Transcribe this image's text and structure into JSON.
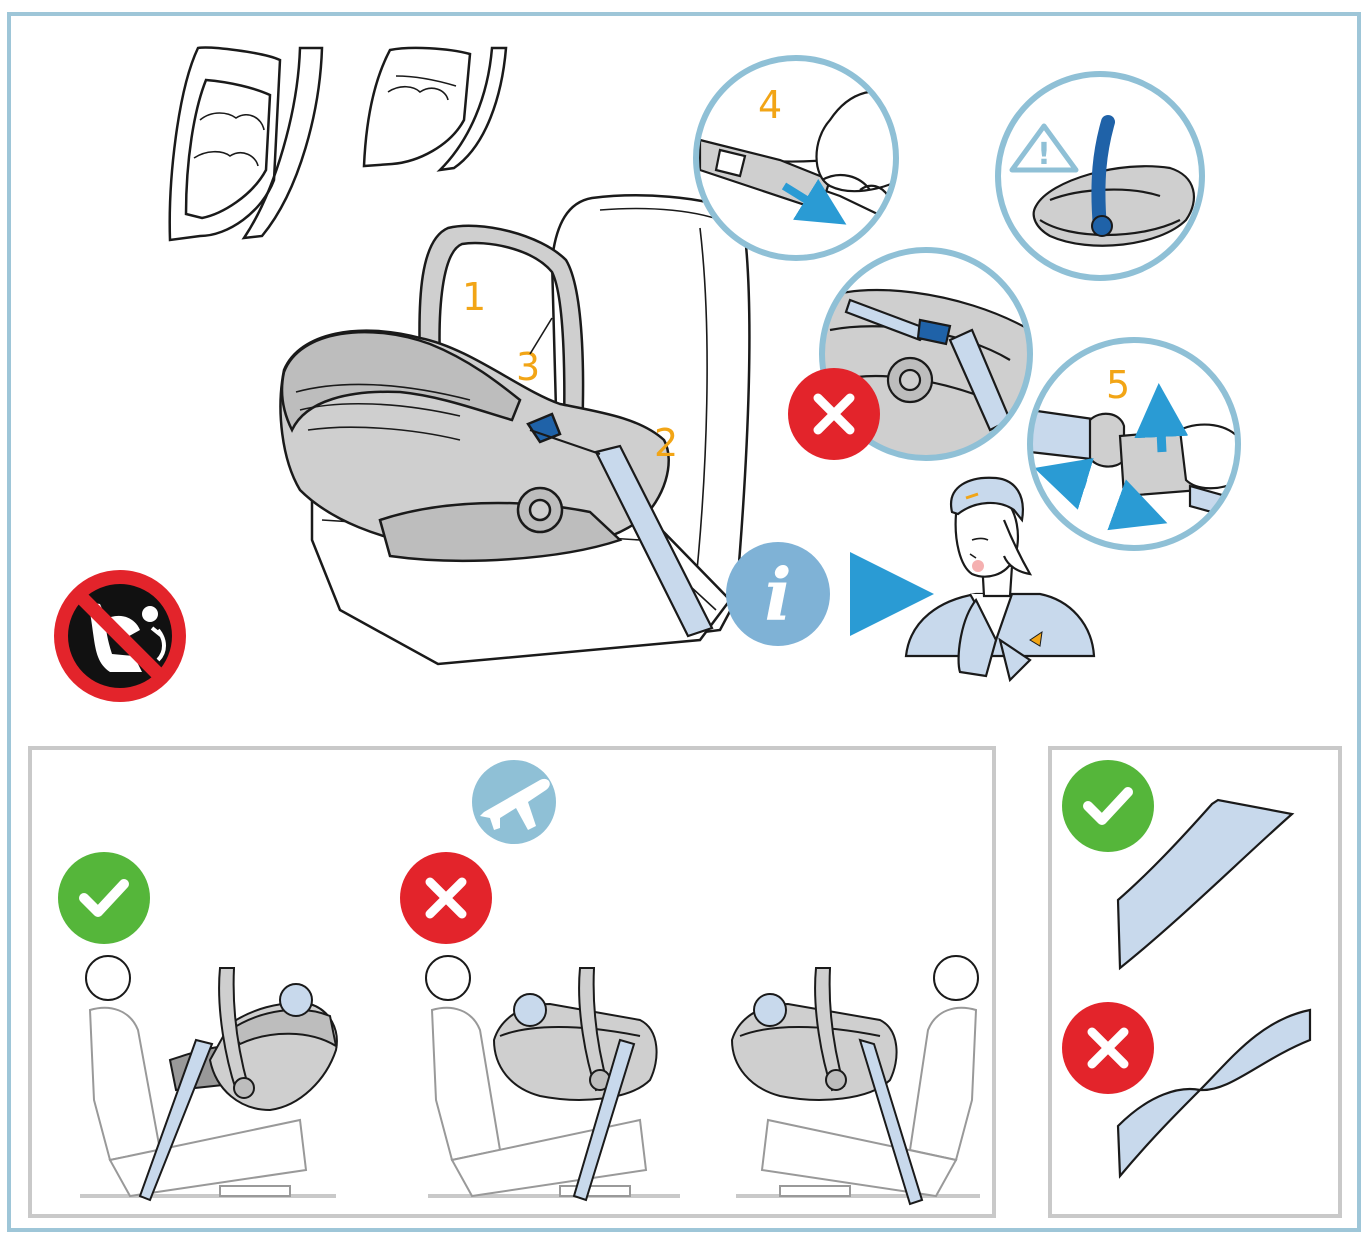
{
  "colors": {
    "frame": "#9ec6d8",
    "step_number": "#f2a516",
    "seat_fill": "#cfcfcf",
    "seat_dark": "#a9a9a9",
    "strap_fill": "#c8d9ec",
    "buckle_blue": "#1f62a8",
    "arrow_blue": "#2a9bd4",
    "info_blue": "#7fb2d6",
    "ok_green": "#55b63a",
    "bad_red": "#e3242b",
    "outline": "#1a1a1a",
    "panel_border": "#c9c9c9",
    "bubble_ring": "#8fc0d6"
  },
  "steps": {
    "s1": "1",
    "s2": "2",
    "s3": "3",
    "s4": "4",
    "s5": "5"
  },
  "icons": {
    "info_glyph": "i",
    "check": "check-icon",
    "cross": "cross-icon",
    "airplane": "airplane-icon",
    "warning": "warning-icon",
    "no_airbag": "no-airbag-icon",
    "flight_attendant": "flight-attendant-icon"
  }
}
